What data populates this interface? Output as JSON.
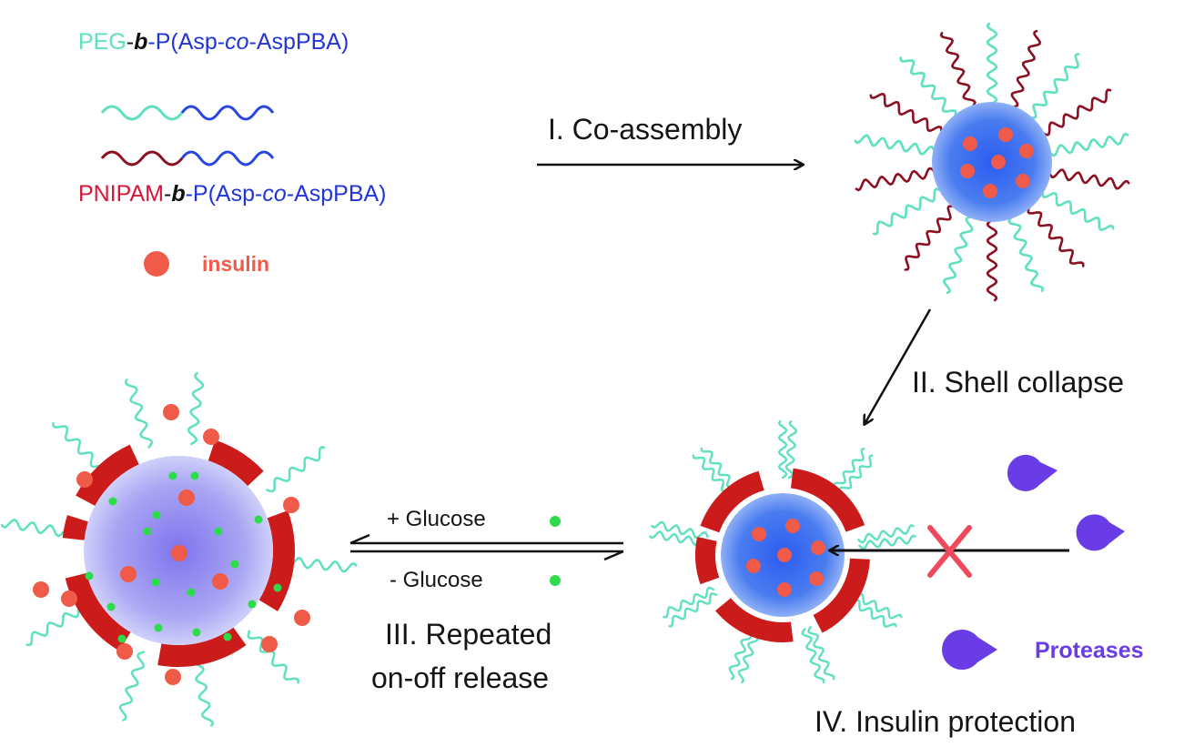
{
  "legend": {
    "peg_block": {
      "part1": "PEG",
      "part2": "-",
      "part3": "b",
      "part4": "-P(Asp-",
      "part5": "co",
      "part6": "-AspPBA)"
    },
    "pnipam_block": {
      "part1": "PNIPAM",
      "part2": "-",
      "part3": "b",
      "part4": "-P(Asp-",
      "part5": "co",
      "part6": "-AspPBA)"
    },
    "insulin_label": "insulin"
  },
  "steps": {
    "step1": "I. Co-assembly",
    "step2": "II. Shell collapse",
    "step3_line1": "III. Repeated",
    "step3_line2": "on-off release",
    "step4": "IV. Insulin protection"
  },
  "glucose": {
    "plus": "+ Glucose",
    "minus": "- Glucose"
  },
  "proteases_label": "Proteases",
  "colors": {
    "peg": "#5fe0c0",
    "pnipam": "#8b1022",
    "core_blue": "#4f7ff0",
    "shell_red": "#cc1b1b",
    "insulin": "#f05a48",
    "glucose": "#2ddc4a",
    "protease": "#6a3ce6",
    "block_text": "#2235d6"
  }
}
